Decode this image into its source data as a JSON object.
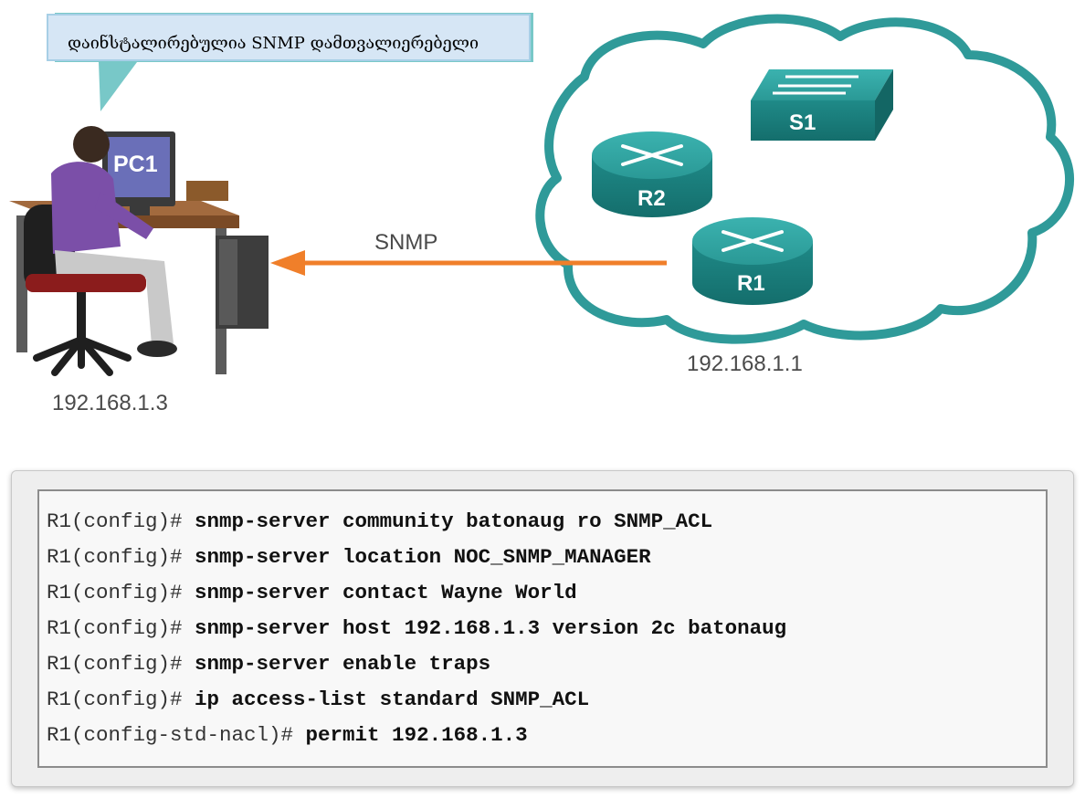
{
  "callout": {
    "text": "დაინსტალირებულია SNMP დამთვალიერებელი"
  },
  "devices": {
    "pc1": {
      "label": "PC1",
      "ip": "192.168.1.3"
    },
    "s1": {
      "label": "S1"
    },
    "r2": {
      "label": "R2"
    },
    "r1": {
      "label": "R1",
      "ip": "192.168.1.1"
    }
  },
  "link": {
    "label": "SNMP"
  },
  "colors": {
    "cloud_stroke": "#2f9a99",
    "device_teal": "#1f8c8b",
    "arrow": "#f07f2a",
    "callout_fill": "#d6e6f5",
    "callout_border": "#78c8c8"
  },
  "cli": {
    "lines": [
      {
        "prompt": "R1(config)# ",
        "command": "snmp-server community batonaug ro SNMP_ACL"
      },
      {
        "prompt": "R1(config)# ",
        "command": "snmp-server location NOC_SNMP_MANAGER"
      },
      {
        "prompt": "R1(config)# ",
        "command": "snmp-server contact Wayne World"
      },
      {
        "prompt": "R1(config)# ",
        "command": "snmp-server host 192.168.1.3 version 2c batonaug"
      },
      {
        "prompt": "R1(config)# ",
        "command": "snmp-server enable traps"
      },
      {
        "prompt": "R1(config)# ",
        "command": "ip access-list standard SNMP_ACL"
      },
      {
        "prompt": "R1(config-std-nacl)# ",
        "command": "permit 192.168.1.3"
      }
    ]
  }
}
